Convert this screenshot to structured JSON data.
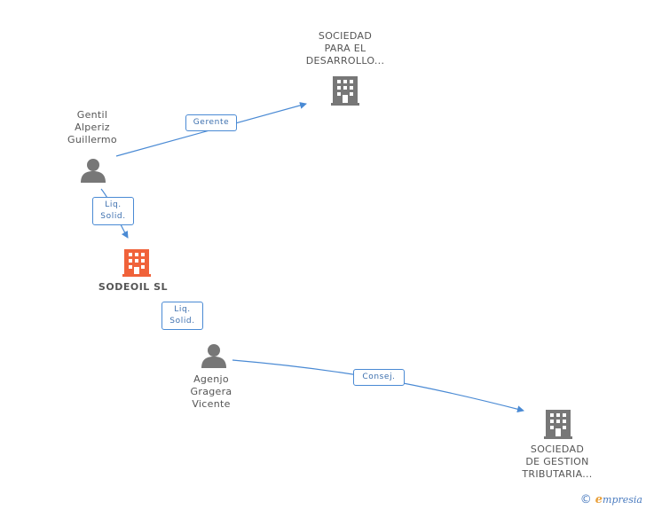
{
  "nodes": {
    "sociedad_desarrollo": {
      "label_lines": [
        "SOCIEDAD",
        "PARA EL",
        "DESARROLLO..."
      ],
      "type": "company"
    },
    "gentil": {
      "label_lines": [
        "Gentil",
        "Alperiz",
        "Guillermo"
      ],
      "type": "person"
    },
    "sodeoil": {
      "label": "SODEOIL SL",
      "type": "company-main"
    },
    "agenjo": {
      "label_lines": [
        "Agenjo",
        "Gragera",
        "Vicente"
      ],
      "type": "person"
    },
    "sociedad_gestion": {
      "label_lines": [
        "SOCIEDAD",
        "DE GESTION",
        "TRIBUTARIA..."
      ],
      "type": "company"
    }
  },
  "edges": {
    "gerente": {
      "lines": [
        "Gerente"
      ]
    },
    "liq1": {
      "lines": [
        "Liq.",
        "Solid."
      ]
    },
    "liq2": {
      "lines": [
        "Liq.",
        "Solid."
      ]
    },
    "consej": {
      "lines": [
        "Consej."
      ]
    }
  },
  "colors": {
    "edge": "#4a8ad4",
    "icon_gray": "#777777",
    "icon_main": "#f0623a"
  },
  "brand": {
    "copyright": "©",
    "e": "e",
    "rest": "mpresia"
  }
}
